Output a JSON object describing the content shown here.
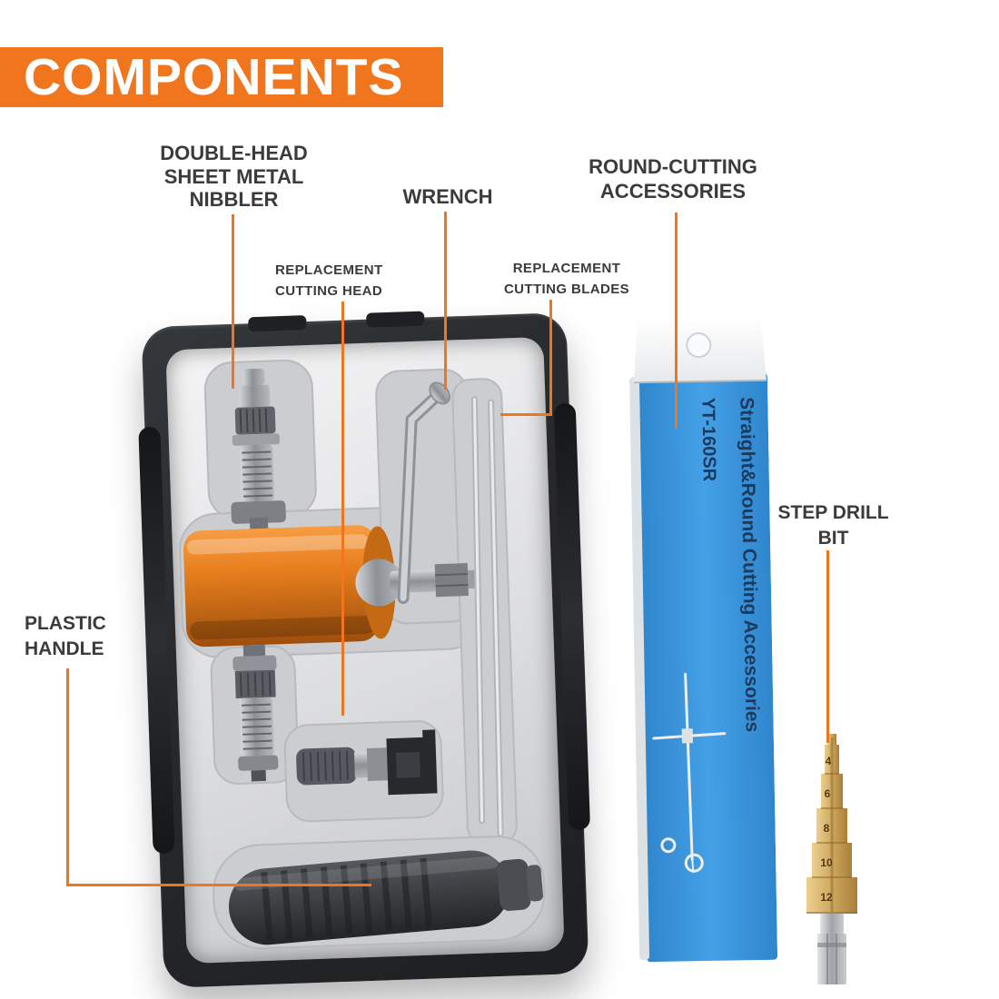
{
  "title": "COMPONENTS",
  "colors": {
    "accent": "#F0751D",
    "package_blue": "#3590DB",
    "drum_orange": "#E07A1C",
    "drill_gold": "#CBA45C"
  },
  "labels": {
    "nibbler": "DOUBLE-HEAD\nSHEET METAL\nNIBBLER",
    "wrench": "WRENCH",
    "round_cutting": "ROUND-CUTTING\nACCESSORIES",
    "replacement_head": "REPLACEMENT\nCUTTING HEAD",
    "replacement_blades": "REPLACEMENT\nCUTTING BLADES",
    "step_drill": "STEP DRILL\nBIT",
    "plastic_handle": "PLASTIC\nHANDLE"
  },
  "package": {
    "title": "Straight&Round Cutting Accessories",
    "model": "YT-160SR"
  },
  "step_drill": {
    "sizes": [
      "4",
      "6",
      "8",
      "10",
      "12"
    ]
  }
}
